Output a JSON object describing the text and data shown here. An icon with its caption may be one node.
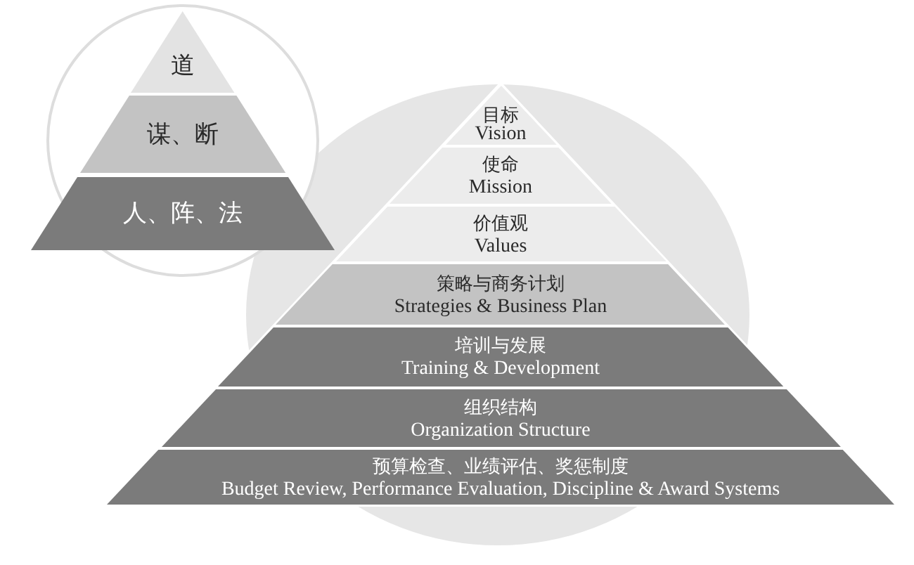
{
  "diagram": {
    "nodes": [
      {
        "text": [
          "道"
        ]
      },
      {
        "text": [
          "谋、断"
        ]
      },
      {
        "text": [
          "人、阵、法"
        ]
      },
      {
        "text": [
          "目标",
          "Vision"
        ]
      },
      {
        "text": [
          "使命",
          "Mission"
        ]
      },
      {
        "text": [
          "价值观",
          "Values"
        ]
      },
      {
        "text": [
          "策略与商务计划",
          "Strategies & Business Plan"
        ]
      },
      {
        "text": [
          "培训与发展",
          "Training & Development"
        ]
      },
      {
        "text": [
          "组织结构",
          "Organization Structure"
        ]
      },
      {
        "text": [
          "预算检查、业绩评估、奖惩制度",
          "Budget Review, Performance Evaluation, Discipline & Award Systems"
        ]
      }
    ]
  }
}
